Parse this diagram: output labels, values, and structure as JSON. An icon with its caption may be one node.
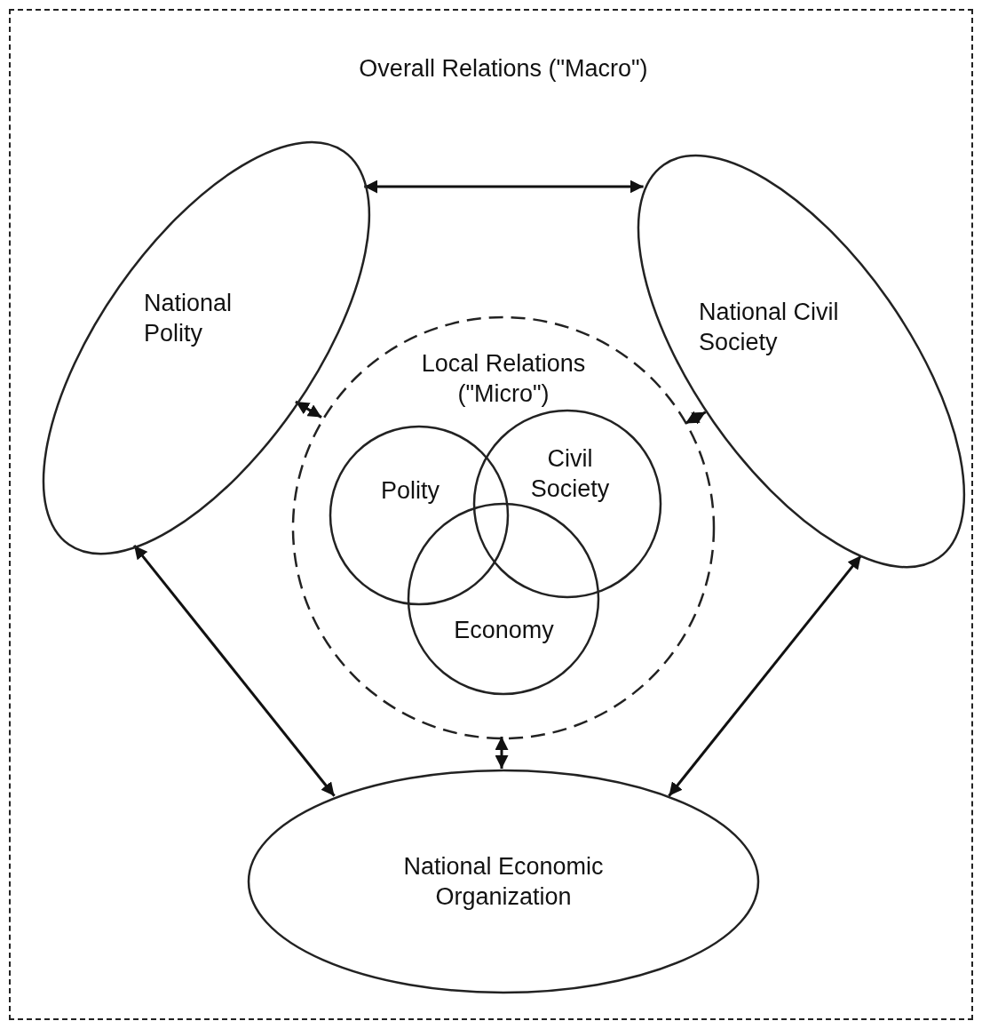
{
  "diagram": {
    "nodes": [
      {
        "text": [
          "Overall Relations (\"Macro\")"
        ]
      },
      {
        "text": [
          "National Polity"
        ],
        "in": 0
      },
      {
        "text": [
          "National Civil Society"
        ],
        "in": 0
      },
      {
        "text": [
          "Local Relations (\"Micro\")"
        ],
        "in": 0
      },
      {
        "text": [
          "Polity"
        ],
        "in": 3
      },
      {
        "text": [
          "Civil Society"
        ],
        "in": 3
      },
      {
        "text": [
          "Economy"
        ],
        "in": 3
      },
      {
        "text": [
          "National Economic Organization"
        ],
        "in": 0
      }
    ],
    "edges": [
      {
        "from": 1,
        "to": 2,
        "arrow": "both"
      },
      {
        "from": 1,
        "to": 3,
        "arrow": "both"
      },
      {
        "from": 2,
        "to": 3,
        "arrow": "both"
      },
      {
        "from": 1,
        "to": 7,
        "arrow": "both"
      },
      {
        "from": 2,
        "to": 7,
        "arrow": "both"
      },
      {
        "from": 3,
        "to": 7,
        "arrow": "both"
      }
    ]
  }
}
